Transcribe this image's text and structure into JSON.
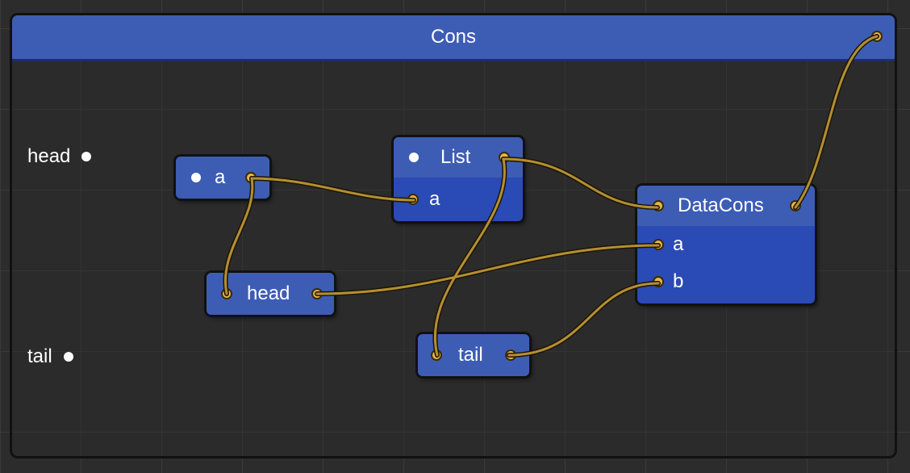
{
  "graph": {
    "title": "Cons",
    "inputs": [
      {
        "label": "head"
      },
      {
        "label": "tail"
      }
    ],
    "nodes": {
      "a_node": {
        "label": "a"
      },
      "list_node": {
        "label": "List",
        "input": "a"
      },
      "head_node": {
        "label": "head"
      },
      "tail_node": {
        "label": "tail"
      },
      "datacons_node": {
        "label": "DataCons",
        "inputs": [
          "a",
          "b"
        ]
      }
    }
  },
  "colors": {
    "frame_header": "#3d5db5",
    "node_body": "#2a4ab5",
    "node_header": "#3d5db5",
    "port": "#e9b548",
    "wire": "#b48f33",
    "background": "#2c2c2c"
  }
}
